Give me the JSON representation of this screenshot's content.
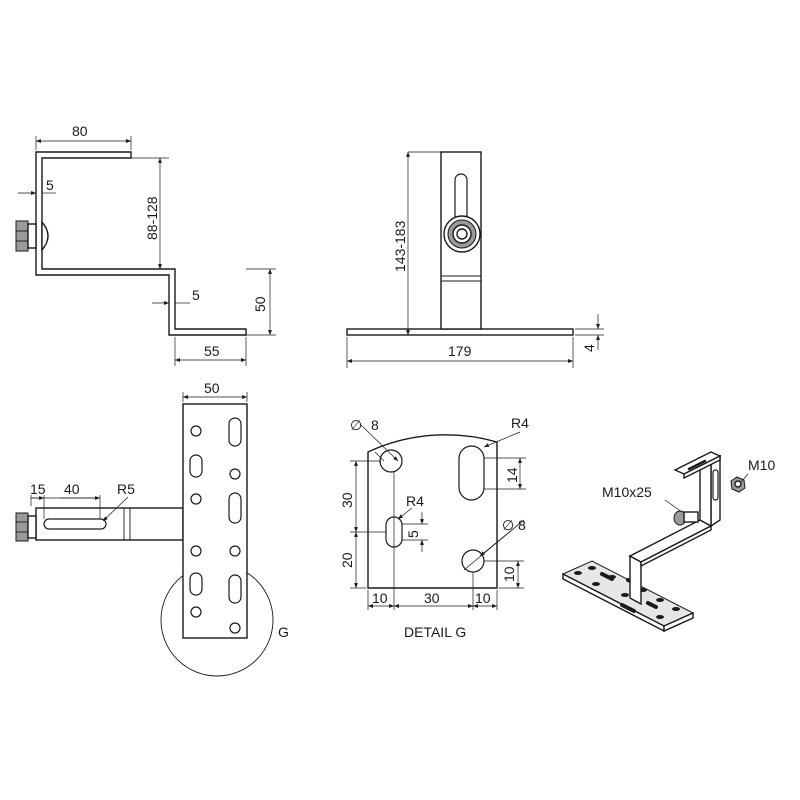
{
  "drawing": {
    "side_view": {
      "dim_top_width": "80",
      "dim_thickness_top": "5",
      "dim_height_adjust": "88-128",
      "dim_thickness_bottom": "5",
      "dim_foot_height": "50",
      "dim_foot_length": "55"
    },
    "front_view": {
      "dim_height_adjust": "143-183",
      "dim_base_length": "179",
      "dim_base_thickness": "4"
    },
    "plan_view": {
      "dim_plate_width": "50",
      "dim_slot_offset": "15",
      "dim_slot_length": "40",
      "dim_slot_radius": "R5",
      "detail_callout": "G"
    },
    "detail_g": {
      "title": "DETAIL G",
      "dim_hole_diameter_top": "8",
      "dim_slot_radius_top": "R4",
      "dim_slot_length_top": "14",
      "dim_vertical_30": "30",
      "dim_slot_radius_mid": "R4",
      "dim_slot_width_mid": "5",
      "dim_vertical_20": "20",
      "dim_hole_diameter_bottom": "8",
      "dim_vertical_10": "10",
      "dim_horizontal_left": "10",
      "dim_horizontal_middle": "30",
      "dim_horizontal_right": "10"
    },
    "iso_view": {
      "label_bolt": "M10x25",
      "label_nut": "M10"
    }
  }
}
